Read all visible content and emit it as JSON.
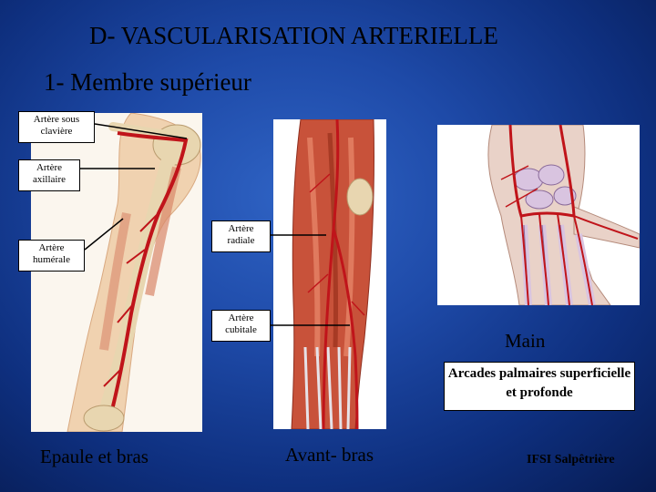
{
  "slide": {
    "title": "D- VASCULARISATION ARTERIELLE",
    "subtitle": "1- Membre supérieur"
  },
  "labels": {
    "sous_claviere": "Artère sous clavière",
    "axillaire": "Artère axillaire",
    "humerale": "Artère humérale",
    "radiale": "Artère radiale",
    "cubitale": "Artère cubitale",
    "arcades": "Arcades palmaires superficielle et profonde"
  },
  "captions": {
    "epaule_bras": "Epaule et bras",
    "avant_bras": "Avant- bras",
    "main": "Main",
    "footer": "IFSI Salpêtrière"
  },
  "colors": {
    "background": "#1e4aa8",
    "artery": "#c0141a",
    "muscle": "#c8523a",
    "bone": "#e8d6b0"
  }
}
